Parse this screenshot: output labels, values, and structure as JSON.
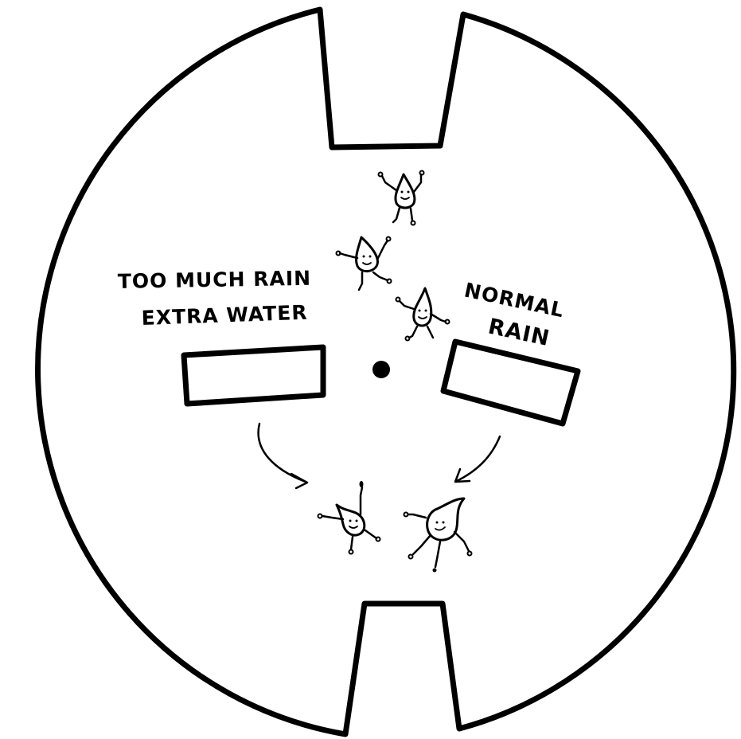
{
  "labels": {
    "left_line1": "TOO MUCH RAIN",
    "left_line2": "EXTRA WATER",
    "right_line1": "NORMAL",
    "right_line2": "RAIN"
  },
  "colors": {
    "ink": "#000000",
    "paper": "#ffffff"
  },
  "icons": [
    "raindrop-figure-icon",
    "arrow-icon",
    "pivot-hole-icon"
  ]
}
